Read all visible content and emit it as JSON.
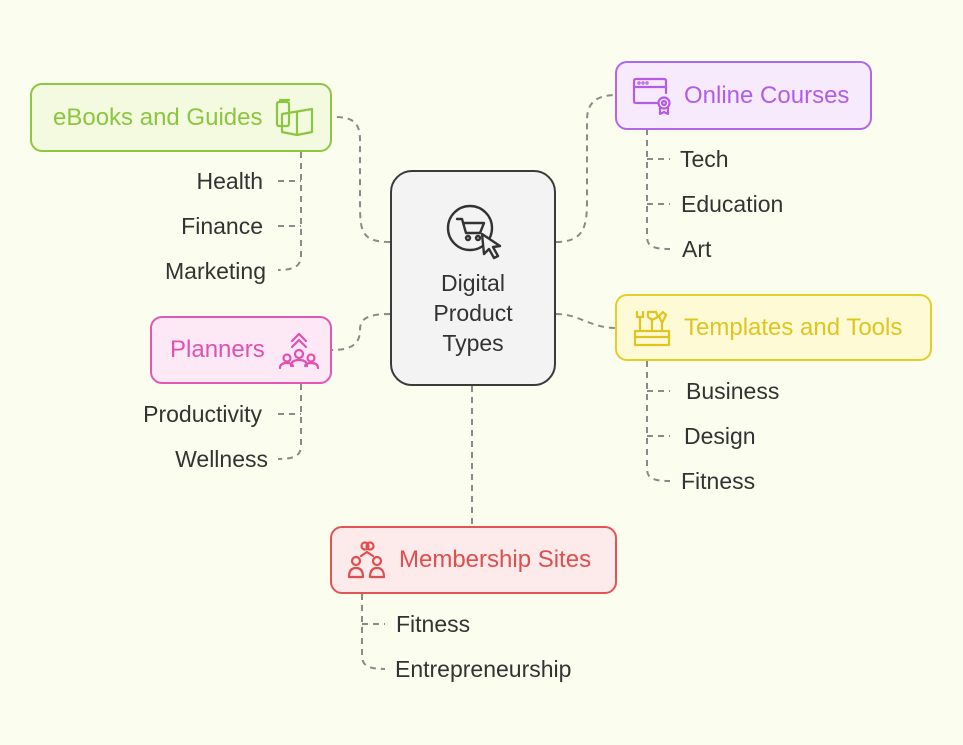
{
  "center": {
    "lines": [
      "Digital",
      "Product",
      "Types"
    ],
    "icon": "shopping-cart-cursor-icon"
  },
  "ebooks": {
    "title": "eBooks and Guides",
    "icon": "book-icon",
    "items": [
      "Health",
      "Finance",
      "Marketing"
    ],
    "colors": {
      "border": "#8dc63f",
      "fill": "#f3fae0",
      "text": "#8cc63f"
    }
  },
  "courses": {
    "title": "Online Courses",
    "icon": "certificate-browser-icon",
    "items": [
      "Tech",
      "Education",
      "Art"
    ],
    "colors": {
      "border": "#b266e8",
      "fill": "#f8eafd",
      "text": "#b45ce6"
    }
  },
  "planners": {
    "title": "Planners",
    "icon": "team-growth-icon",
    "items": [
      "Productivity",
      "Wellness"
    ],
    "colors": {
      "border": "#e356b3",
      "fill": "#fde9f5",
      "text": "#e150b2"
    }
  },
  "templates": {
    "title": "Templates and Tools",
    "icon": "toolbox-icon",
    "items": [
      "Business",
      "Design",
      "Fitness"
    ],
    "colors": {
      "border": "#e3cf2a",
      "fill": "#fdfad5",
      "text": "#e0c51e"
    }
  },
  "membership": {
    "title": "Membership Sites",
    "icon": "community-icon",
    "items": [
      "Fitness",
      "Entrepreneurship"
    ],
    "colors": {
      "border": "#e25555",
      "fill": "#fdeaea",
      "text": "#e04e4e"
    }
  }
}
